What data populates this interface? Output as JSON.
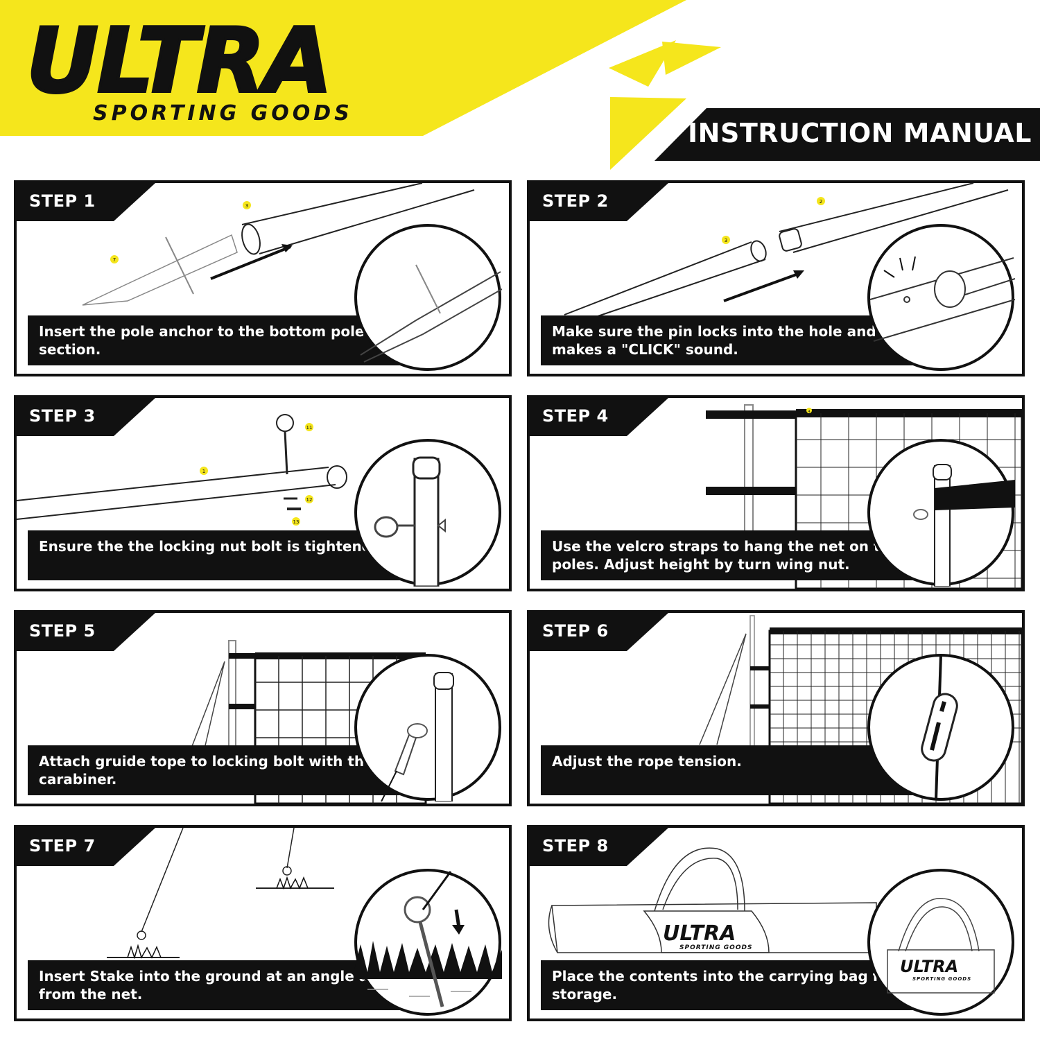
{
  "brand": {
    "logo_text": "ULTRA",
    "tagline": "SPORTING GOODS",
    "accent_color": "#f5e61c"
  },
  "header": {
    "title": "INSTRUCTION MANUAL"
  },
  "steps": [
    {
      "label": "STEP 1",
      "caption": "Insert the pole anchor to the bottom pole section.",
      "part_numbers": [
        "3",
        "7"
      ]
    },
    {
      "label": "STEP 2",
      "caption": "Make sure the pin locks into the hole and makes a \"CLICK\" sound.",
      "part_numbers": [
        "2",
        "3"
      ]
    },
    {
      "label": "STEP 3",
      "caption": "Ensure the the locking nut bolt is tightened.",
      "part_numbers": [
        "11",
        "1",
        "12",
        "13"
      ]
    },
    {
      "label": "STEP 4",
      "caption": "Use the velcro straps to hang the net on the poles. Adjust height by turn wing nut.",
      "part_numbers": [
        "4"
      ]
    },
    {
      "label": "STEP 5",
      "caption": "Attach gruide tope to locking bolt with the carabiner.",
      "part_numbers": []
    },
    {
      "label": "STEP 6",
      "caption": "Adjust the rope tension.",
      "part_numbers": []
    },
    {
      "label": "STEP 7",
      "caption": "Insert Stake into the ground at an angle away from the net.",
      "part_numbers": []
    },
    {
      "label": "STEP 8",
      "caption": "Place the contents into the carrying bag for storage.",
      "part_numbers": []
    }
  ]
}
